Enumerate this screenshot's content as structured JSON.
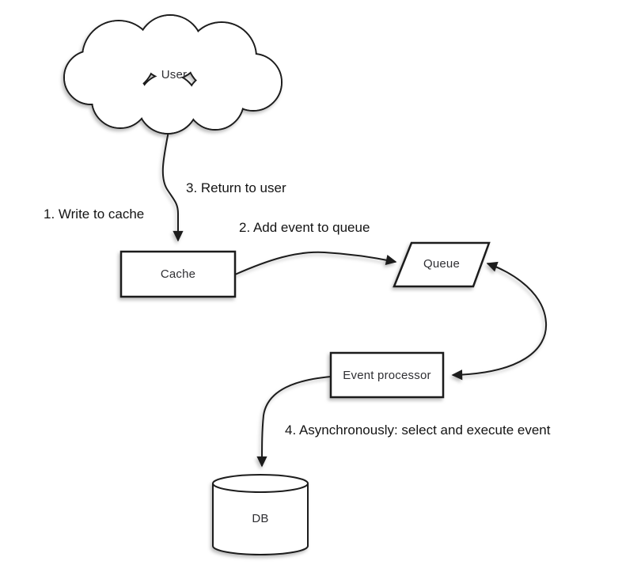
{
  "diagram": {
    "type": "flow-diagram",
    "colors": {
      "background": "#ffffff",
      "stroke": "#1c1c1c",
      "node_fill": "#ffffff",
      "node_text": "#2f2f33",
      "label_text": "#141414"
    },
    "nodes": [
      {
        "id": "user",
        "shape": "cloud",
        "label": "User"
      },
      {
        "id": "cache",
        "shape": "rectangle",
        "label": "Cache"
      },
      {
        "id": "queue",
        "shape": "parallelogram",
        "label": "Queue"
      },
      {
        "id": "event_processor",
        "shape": "rectangle",
        "label": "Event processor"
      },
      {
        "id": "db",
        "shape": "cylinder",
        "label": "DB"
      }
    ],
    "steps": [
      {
        "num": 1,
        "text": "1. Write to cache"
      },
      {
        "num": 2,
        "text": "2. Add event to queue"
      },
      {
        "num": 3,
        "text": "3. Return to user"
      },
      {
        "num": 4,
        "text": "4. Asynchronously: select and execute event"
      }
    ],
    "edges": [
      {
        "from": "user",
        "to": "cache",
        "arrow": "single",
        "step_refs": [
          1,
          3
        ]
      },
      {
        "from": "cache",
        "to": "queue",
        "arrow": "single",
        "step_refs": [
          2
        ]
      },
      {
        "from": "queue",
        "to": "event_processor",
        "arrow": "double",
        "step_refs": []
      },
      {
        "from": "event_processor",
        "to": "db",
        "arrow": "single",
        "step_refs": [
          4
        ]
      }
    ]
  }
}
